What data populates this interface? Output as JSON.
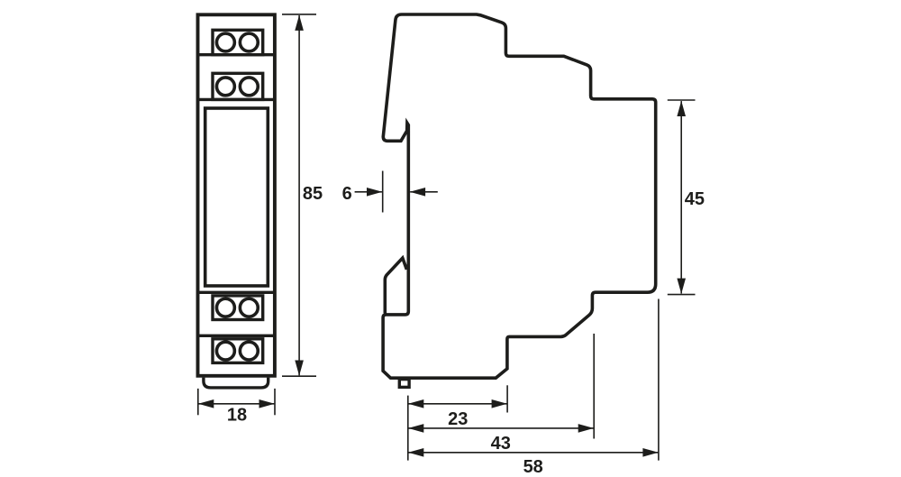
{
  "drawing": {
    "kind": "technical-dimension-drawing",
    "subject": "DIN-rail module, front view and side profile view",
    "ink_color": "#1d1d1b",
    "background_color": "#ffffff",
    "front_view": {
      "width_label": "18",
      "height_label": "85"
    },
    "side_view": {
      "clamp_depth_label": "6",
      "rail_height_label": "45",
      "front_depth_label": "23",
      "mid_depth_label": "43",
      "total_depth_label": "58"
    }
  }
}
